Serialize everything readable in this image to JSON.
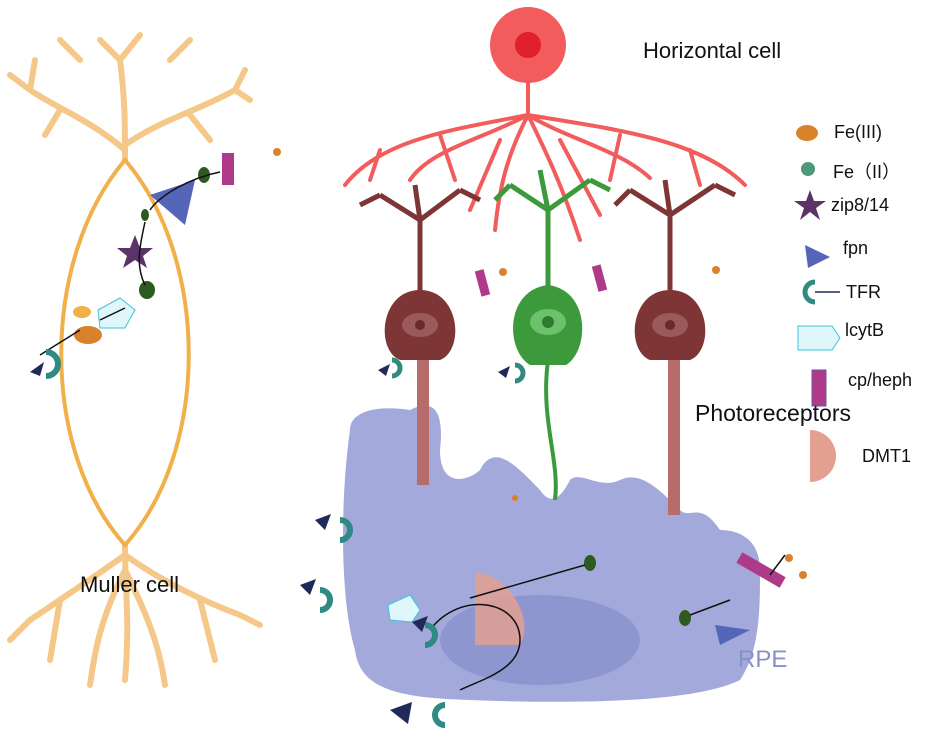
{
  "labels": {
    "horizontal_cell": "Horizontal cell",
    "muller_cell": "Muller cell",
    "photoreceptors": "Photoreceptors",
    "rpe": "RPE"
  },
  "legend": [
    {
      "icon": "fe3-dot-icon",
      "label": "Fe(III)",
      "color": "#d9822b"
    },
    {
      "icon": "fe2-dot-icon",
      "label": "Fe（II）",
      "color": "#4c9a78"
    },
    {
      "icon": "star-icon",
      "label": "zip8/14",
      "color": "#5a3468"
    },
    {
      "icon": "triangle-icon",
      "label": "fpn",
      "color": "#5566b8"
    },
    {
      "icon": "receptor-icon",
      "label": "TFR",
      "color": "#2f8a82"
    },
    {
      "icon": "hexagon-icon",
      "label": "lcytB",
      "color": "#dff6fb"
    },
    {
      "icon": "bar-icon",
      "label": "cp/heph",
      "color": "#b03a8a"
    },
    {
      "icon": "half-disc-icon",
      "label": "DMT1",
      "color": "#e3a090"
    }
  ],
  "colors": {
    "muller": "#f2b04a",
    "horizontal": "#f25c5c",
    "photo_brown": "#7e3535",
    "photo_green": "#3c9a3c",
    "rpe": "#a3aadb"
  }
}
